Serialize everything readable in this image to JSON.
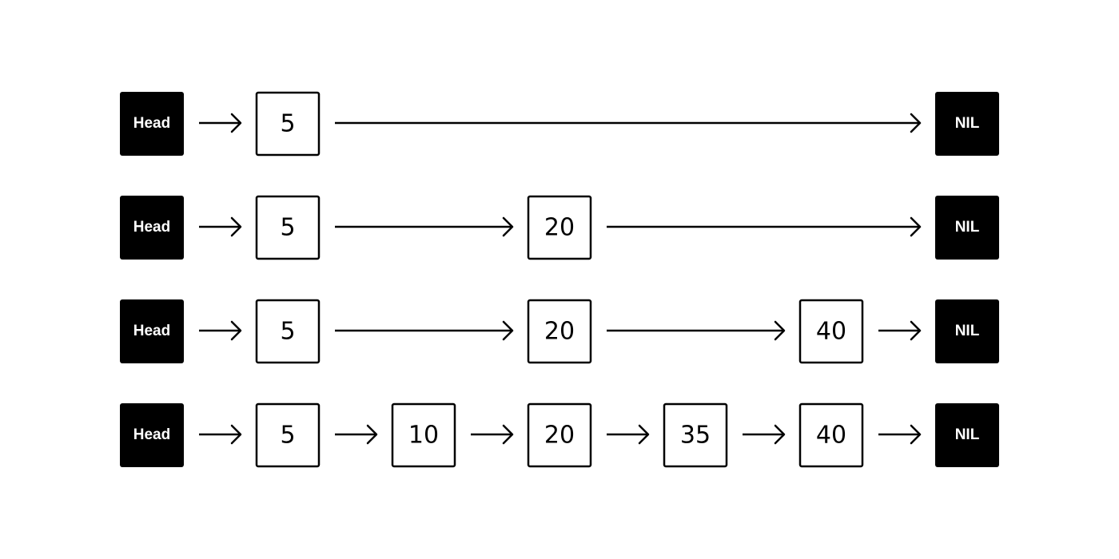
{
  "head_label": "Head",
  "nil_label": "NIL",
  "levels": [
    {
      "nodes": [
        "5"
      ]
    },
    {
      "nodes": [
        "5",
        "20"
      ]
    },
    {
      "nodes": [
        "5",
        "20",
        "40"
      ]
    },
    {
      "nodes": [
        "5",
        "10",
        "20",
        "35",
        "40"
      ]
    }
  ]
}
